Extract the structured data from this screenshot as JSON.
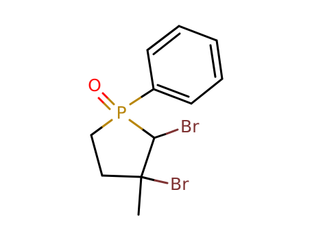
{
  "molecule": {
    "atoms": {
      "oxygen": {
        "symbol": "O",
        "color": "#ff0d0d"
      },
      "phosphorus": {
        "symbol": "P",
        "color": "#b8860b"
      },
      "bromine_upper": {
        "symbol": "Br",
        "color": "#7f3333"
      },
      "bromine_lower": {
        "symbol": "Br",
        "color": "#7f3333"
      }
    },
    "bond_color": "#000000"
  }
}
